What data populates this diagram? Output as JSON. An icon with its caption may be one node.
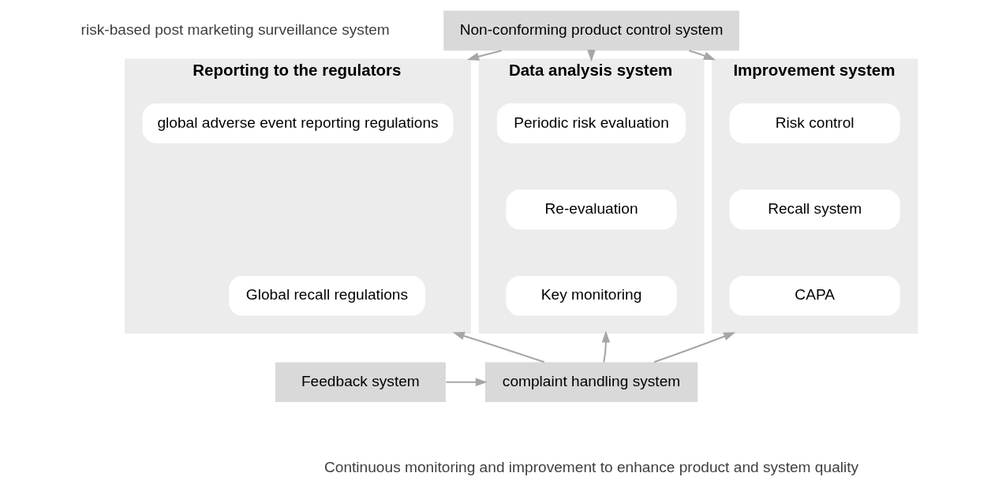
{
  "diagram": {
    "nodes": [
      {
        "text": [
          "Non-conforming product control system"
        ]
      },
      {
        "text": [
          "Reporting to the regulators"
        ]
      },
      {
        "text": [
          "global adverse event reporting regulations"
        ],
        "in": 1
      },
      {
        "text": [
          "Global recall regulations"
        ],
        "in": 1
      },
      {
        "text": [
          "Data analysis system"
        ]
      },
      {
        "text": [
          "Periodic risk evaluation"
        ],
        "in": 4
      },
      {
        "text": [
          "Re-evaluation"
        ],
        "in": 4
      },
      {
        "text": [
          "Key monitoring"
        ],
        "in": 4
      },
      {
        "text": [
          "Improvement system"
        ]
      },
      {
        "text": [
          "Risk control"
        ],
        "in": 8
      },
      {
        "text": [
          "Recall system"
        ],
        "in": 8
      },
      {
        "text": [
          "CAPA"
        ],
        "in": 8
      },
      {
        "text": [
          "Feedback system"
        ]
      },
      {
        "text": [
          "complaint handling system"
        ]
      }
    ],
    "edges": [
      {
        "from": 0,
        "to": 1,
        "arrow": "to"
      },
      {
        "from": 0,
        "to": 4,
        "arrow": "to"
      },
      {
        "from": 0,
        "to": 8,
        "arrow": "to"
      },
      {
        "from": 12,
        "to": 13,
        "arrow": "to"
      },
      {
        "from": 13,
        "to": 1,
        "arrow": "to"
      },
      {
        "from": 13,
        "to": 4,
        "arrow": "to"
      },
      {
        "from": 13,
        "to": 8,
        "arrow": "to"
      }
    ],
    "labels": [
      "risk-based post marketing surveillance system",
      "Continuous monitoring and improvement to enhance product and system quality"
    ]
  }
}
